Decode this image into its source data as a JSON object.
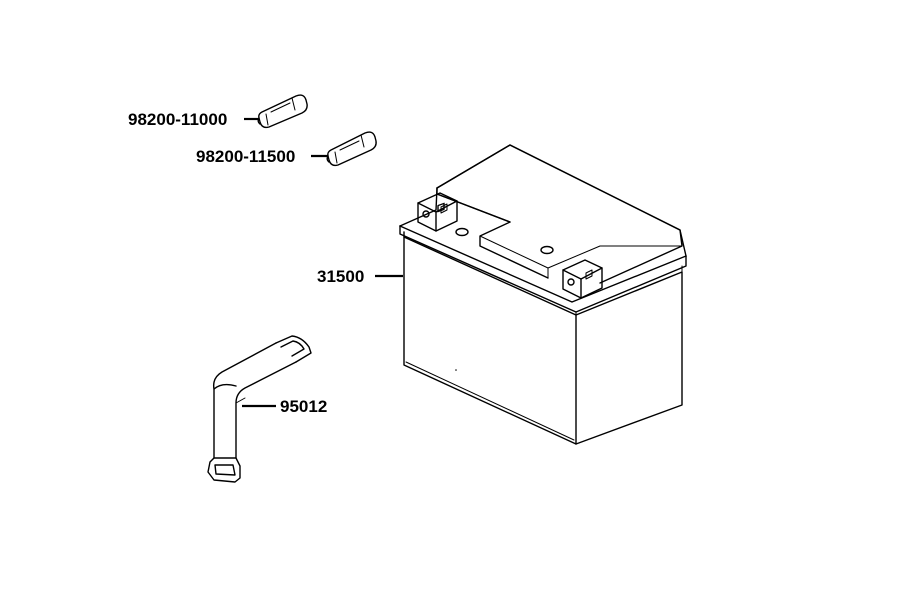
{
  "callouts": {
    "fuse_a": "98200-11000",
    "fuse_b": "98200-11500",
    "battery": "31500",
    "strap": "95012"
  },
  "colors": {
    "line": "#000000",
    "background": "#ffffff"
  }
}
